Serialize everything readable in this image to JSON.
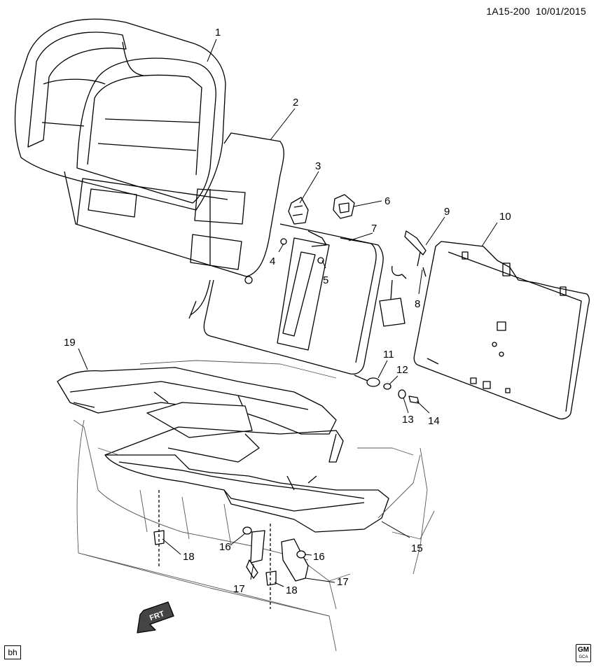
{
  "header": {
    "diagram_id": "1A15-200",
    "date": "10/01/2015"
  },
  "footer": {
    "badge": "bh",
    "logo_main": "GM",
    "logo_sub": "GCA"
  },
  "direction_arrow": {
    "label": "FRT"
  },
  "callouts": [
    "1",
    "2",
    "3",
    "4",
    "5",
    "6",
    "7",
    "8",
    "9",
    "10",
    "11",
    "12",
    "13",
    "14",
    "15",
    "16",
    "16",
    "17",
    "17",
    "18",
    "18",
    "19"
  ]
}
